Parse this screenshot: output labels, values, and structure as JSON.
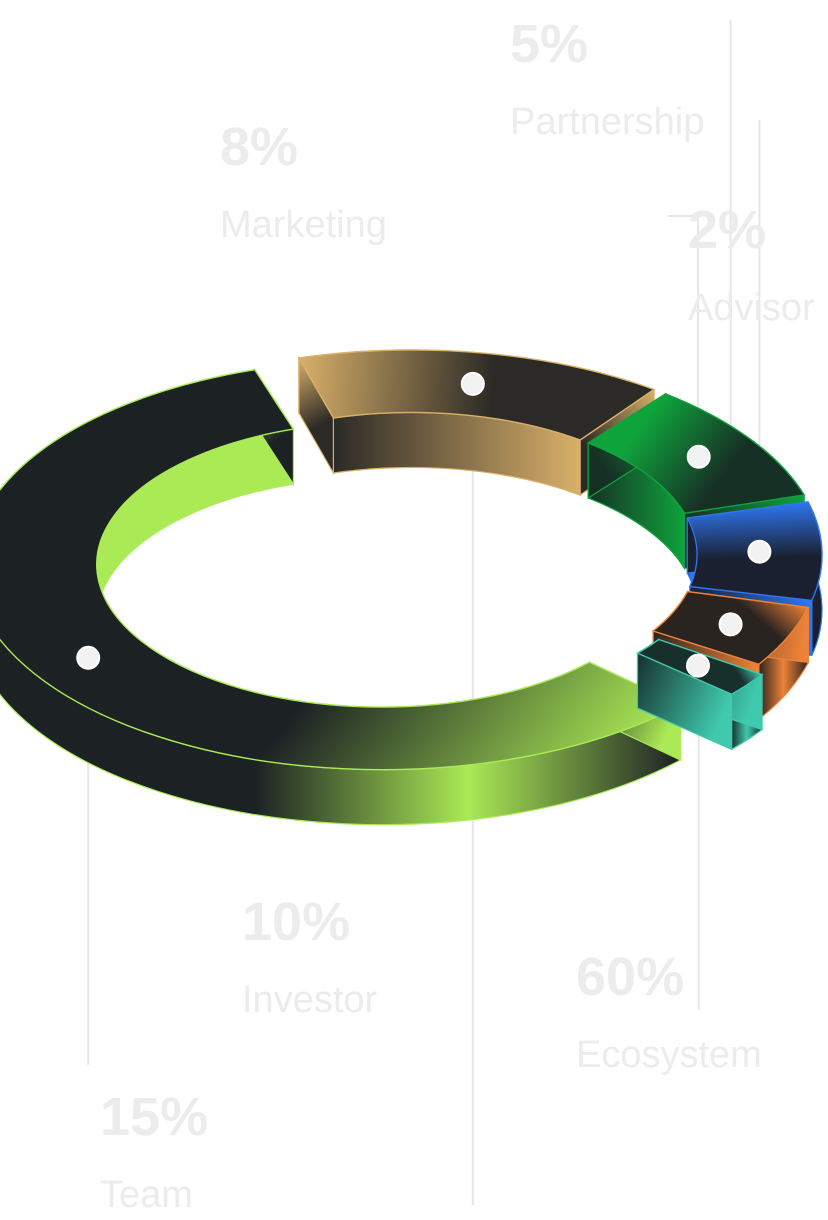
{
  "chart_data": {
    "type": "pie",
    "style": "3d-donut-exploded",
    "title": "",
    "legend": "none",
    "label_color": "#ececec",
    "leader_color": "#e6e6e6",
    "slices": [
      {
        "name": "Ecosystem",
        "value": 60,
        "label": "60%",
        "color": "#aaea55",
        "dark": "#1c2124"
      },
      {
        "name": "Team",
        "value": 15,
        "label": "15%",
        "color": "#d9b06a",
        "dark": "#2b2a26"
      },
      {
        "name": "Investor",
        "value": 10,
        "label": "10%",
        "color": "#0fa33c",
        "dark": "#173026"
      },
      {
        "name": "Marketing",
        "value": 8,
        "label": "8%",
        "color": "#2f76ef",
        "dark": "#1a2030"
      },
      {
        "name": "Partnership",
        "value": 5,
        "label": "5%",
        "color": "#ee8238",
        "dark": "#2a2420"
      },
      {
        "name": "Advisor",
        "value": 2,
        "label": "2%",
        "color": "#3fc9ad",
        "dark": "#18302c"
      }
    ]
  }
}
